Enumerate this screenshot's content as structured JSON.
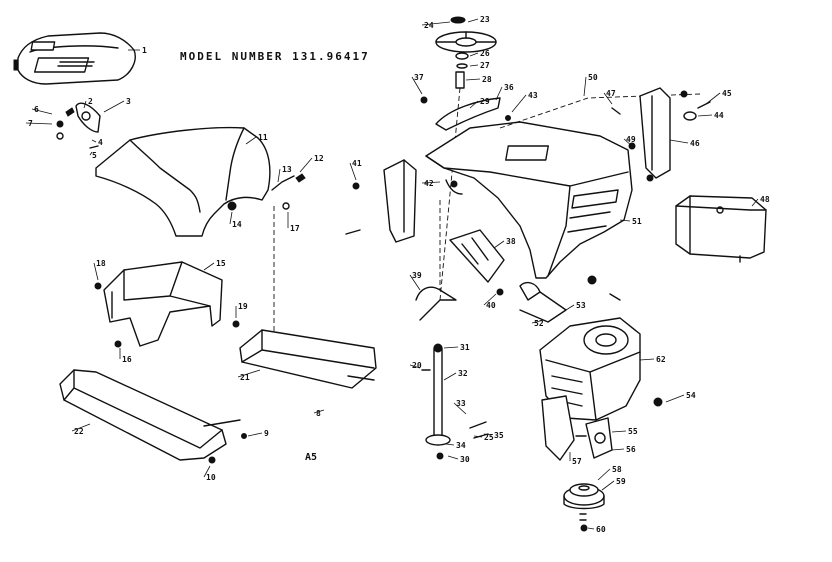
{
  "diagram": {
    "title": "MODEL NUMBER 131.96417",
    "code": "A5",
    "callouts": [
      "1",
      "2",
      "3",
      "4",
      "5",
      "6",
      "7",
      "8",
      "9",
      "10",
      "11",
      "12",
      "13",
      "14",
      "15",
      "16",
      "17",
      "18",
      "19",
      "20",
      "21",
      "22",
      "23",
      "24",
      "25",
      "26",
      "27",
      "28",
      "29",
      "30",
      "31",
      "32",
      "33",
      "34",
      "35",
      "36",
      "37",
      "38",
      "39",
      "40",
      "41",
      "42",
      "43",
      "44",
      "45",
      "46",
      "47",
      "48",
      "49",
      "50",
      "51",
      "52",
      "53",
      "54",
      "55",
      "56",
      "57",
      "58",
      "59",
      "60",
      "62"
    ]
  },
  "parts": [
    {
      "id": "seat",
      "label": "1"
    },
    {
      "id": "seat-bracket",
      "label": "2"
    },
    {
      "id": "rear-fender",
      "label": "11"
    },
    {
      "id": "frame-support",
      "label": "15"
    },
    {
      "id": "floor-pan",
      "label": "19"
    },
    {
      "id": "main-frame-rail",
      "label": "22"
    },
    {
      "id": "steering-wheel",
      "label": "24"
    },
    {
      "id": "steering-shaft",
      "label": "32"
    },
    {
      "id": "dash-panel",
      "label": "41"
    },
    {
      "id": "hood",
      "label": "51"
    },
    {
      "id": "headlight-bracket",
      "label": "46"
    },
    {
      "id": "muffler",
      "label": "48"
    },
    {
      "id": "engine",
      "label": "62"
    },
    {
      "id": "pulley",
      "label": "59"
    }
  ]
}
